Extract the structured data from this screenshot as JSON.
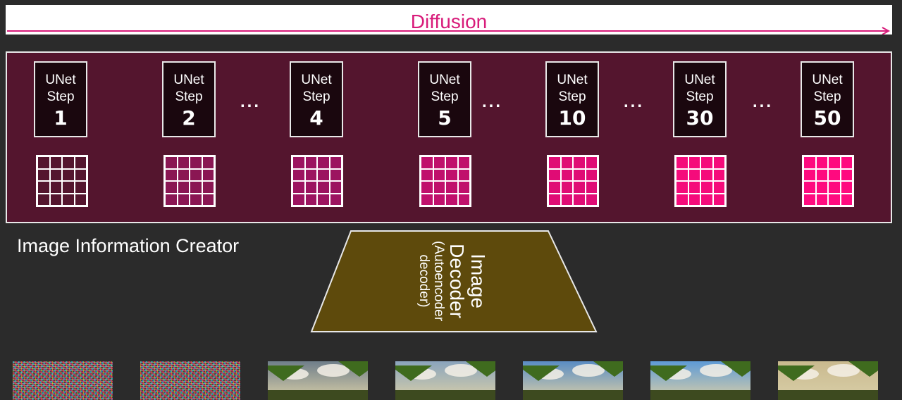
{
  "diffusion": {
    "title": "Diffusion",
    "arrow_color": "#d81b7a"
  },
  "image_information_creator": {
    "label": "Image Information Creator",
    "background_color": "#54152e",
    "steps": [
      {
        "label": "UNet Step",
        "number": "1",
        "latent_color": "#54152e"
      },
      {
        "label": "UNet Step",
        "number": "2",
        "latent_color": "#8a1653"
      },
      {
        "label": "UNet Step",
        "number": "4",
        "latent_color": "#9c1460"
      },
      {
        "label": "UNet Step",
        "number": "5",
        "latent_color": "#c0106c"
      },
      {
        "label": "UNet Step",
        "number": "10",
        "latent_color": "#e00c75"
      },
      {
        "label": "UNet Step",
        "number": "30",
        "latent_color": "#f50b7b"
      },
      {
        "label": "UNet Step",
        "number": "50",
        "latent_color": "#ff0a7f"
      }
    ],
    "ellipsis": "..."
  },
  "image_decoder": {
    "title_line1": "Image",
    "title_line2": "Decoder",
    "subtitle_line1": "(Autoencoder",
    "subtitle_line2": "decoder)",
    "fill_color": "#5e4a0c"
  },
  "output_images": [
    {
      "kind": "noise"
    },
    {
      "kind": "noise"
    },
    {
      "kind": "scene",
      "sky": "#6f7e8a"
    },
    {
      "kind": "scene",
      "sky": "#8aa4bd"
    },
    {
      "kind": "scene",
      "sky": "#5a8cc4"
    },
    {
      "kind": "scene",
      "sky": "#5e9ad6"
    },
    {
      "kind": "scene",
      "sky": "#c9b98e"
    }
  ]
}
